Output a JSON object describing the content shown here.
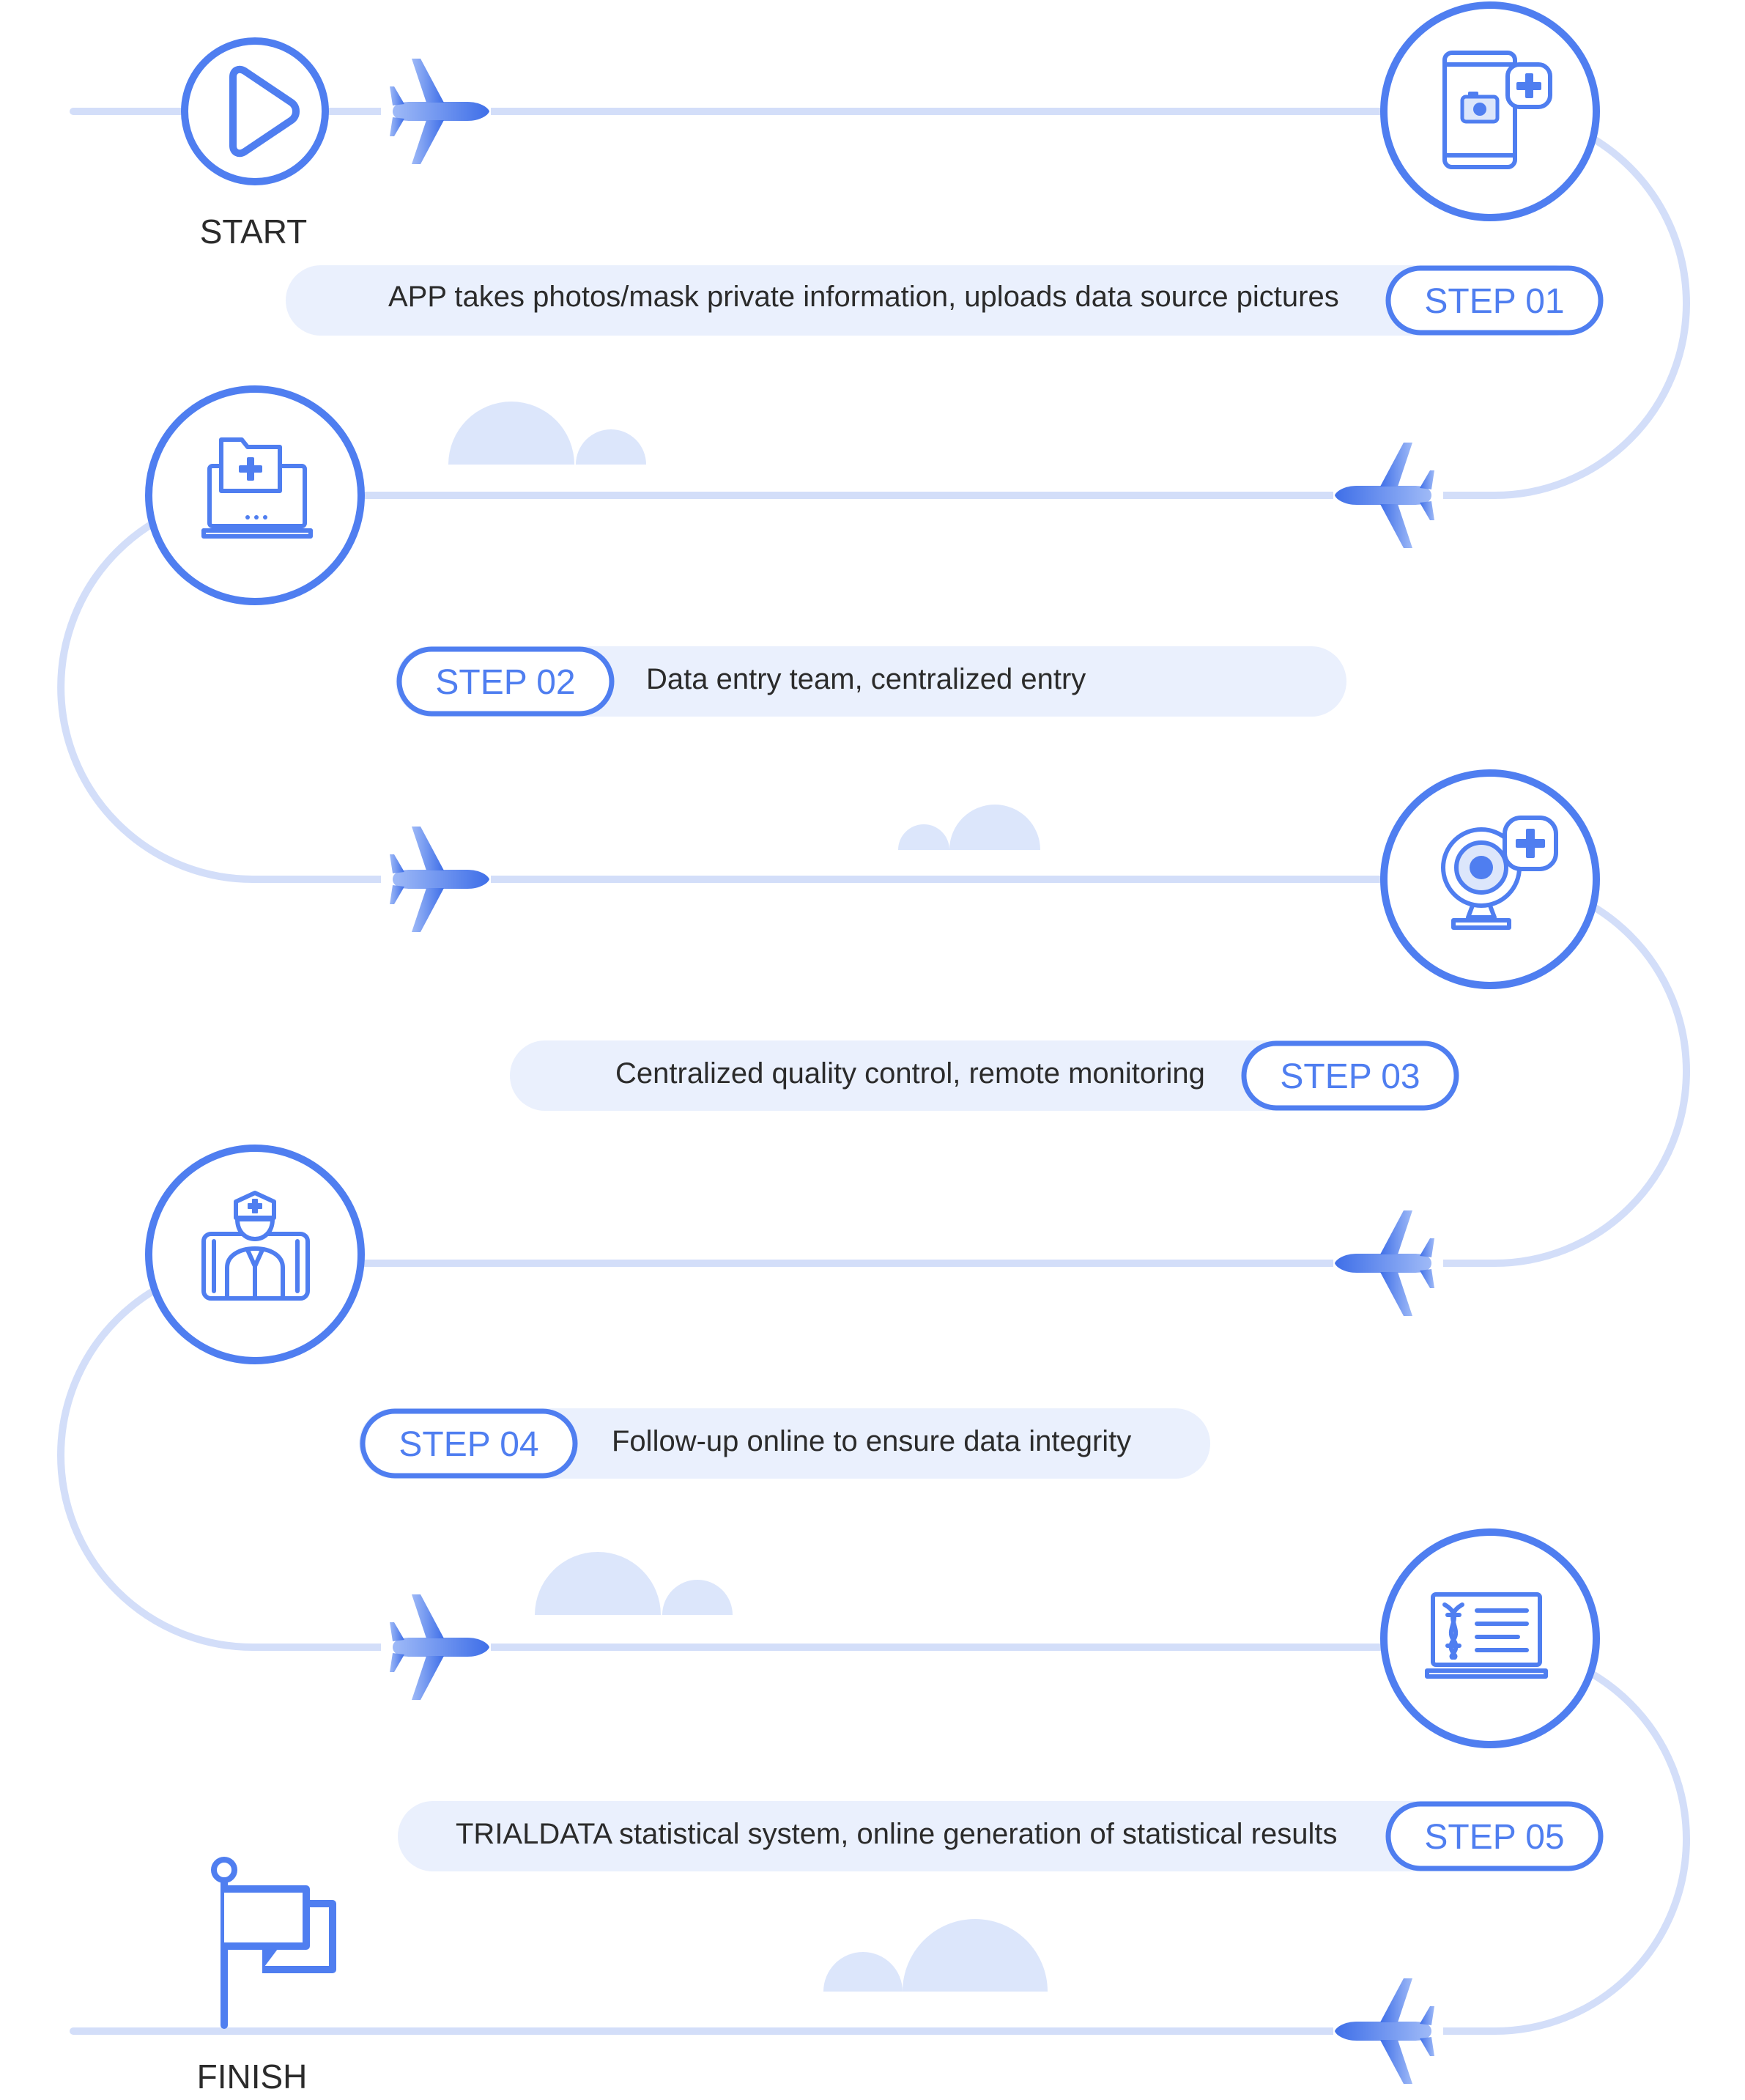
{
  "start_label": "START",
  "finish_label": "FINISH",
  "steps": [
    {
      "badge": "STEP 01",
      "text": "APP takes photos/mask private information, uploads data source pictures",
      "icon": "phone-camera-plus-icon"
    },
    {
      "badge": "STEP 02",
      "text": "Data entry team, centralized entry",
      "icon": "laptop-medical-folder-icon"
    },
    {
      "badge": "STEP 03",
      "text": "Centralized quality control, remote monitoring",
      "icon": "webcam-plus-icon"
    },
    {
      "badge": "STEP 04",
      "text": "Follow-up online to ensure data integrity",
      "icon": "doctor-tablet-icon"
    },
    {
      "badge": "STEP 05",
      "text": "TRIALDATA statistical system, online generation of statistical results",
      "icon": "laptop-dna-report-icon"
    }
  ],
  "colors": {
    "accent": "#4f7ef0",
    "track": "#d3def9",
    "pill": "#eaf0fd",
    "cloud": "#dce6fb",
    "text": "#2b2b2b"
  }
}
